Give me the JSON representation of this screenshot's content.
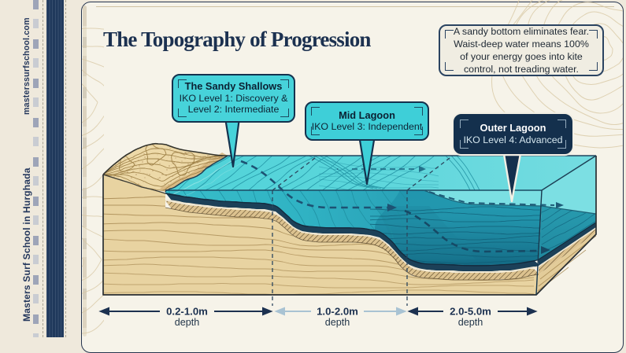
{
  "title": "The Topography of Progression",
  "sidebar": {
    "website": "masterssurfschool.com",
    "brand": "Masters Surf School in Hurghada"
  },
  "info_box": {
    "lines": [
      "A sandy bottom eliminates fear.",
      "Waist-deep water means 100%",
      "of your energy goes into kite",
      "control, not treading water."
    ]
  },
  "callouts": [
    {
      "title": "The Sandy Shallows",
      "line1": "IKO Level 1: Discovery &",
      "line2": "Level 2: Intermediate"
    },
    {
      "title": "Mid Lagoon",
      "line1": "IKO Level 3: Independent"
    },
    {
      "title": "Outer Lagoon",
      "line1": "IKO Level 4: Advanced"
    }
  ],
  "depth_scale": [
    {
      "range": "0.2-1.0m",
      "label": "depth"
    },
    {
      "range": "1.0-2.0m",
      "label": "depth"
    },
    {
      "range": "2.0-5.0m",
      "label": "depth"
    }
  ],
  "colors": {
    "background": "#efe9dc",
    "panel": "#f6f3e9",
    "navy": "#1c3150",
    "turquoise": "#47d3da",
    "deep_water": "#11556f",
    "sand": "#e8d3a1",
    "light_arrow": "#a9c3d3"
  }
}
